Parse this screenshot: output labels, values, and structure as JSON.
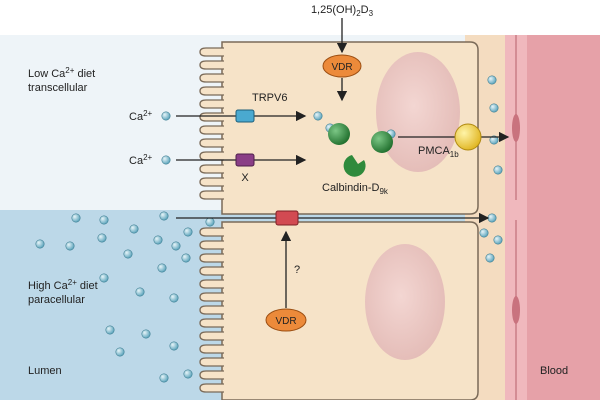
{
  "hormone": "1,25(OH)",
  "hormone_sub": "2",
  "hormone_suffix": "D",
  "hormone_sub2": "3",
  "low_diet_line1": "Low Ca",
  "low_diet_sup": "2+",
  "low_diet_line1_suffix": " diet",
  "low_diet_line2": "transcellular",
  "high_diet_line1": "High Ca",
  "high_diet_sup": "2+",
  "high_diet_line1_suffix": " diet",
  "high_diet_line2": "paracellular",
  "ion_label": "Ca",
  "ion_sup": "2+",
  "vdr": "VDR",
  "trpv6": "TRPV6",
  "channel_x": "X",
  "calbindin": "Calbindin-D",
  "calbindin_sub": "9k",
  "pmca": "PMCA",
  "pmca_sub": "1b",
  "question": "?",
  "lumen": "Lumen",
  "blood": "Blood",
  "colors": {
    "lumen_top": "#eef4f8",
    "lumen_bottom": "#bcd8e8",
    "cell": "#f6e3c8",
    "nucleus": "#ecc7c2",
    "blood": "#e6a1a8",
    "vdr": "#ec8a3a",
    "trpv6": "#4aa9d0",
    "channel_x": "#8a3e86",
    "tight_junction": "#d24a52",
    "calbindin": "#2f8a3c",
    "pmca": "#f2d23a",
    "ion": "#78b8cc"
  }
}
